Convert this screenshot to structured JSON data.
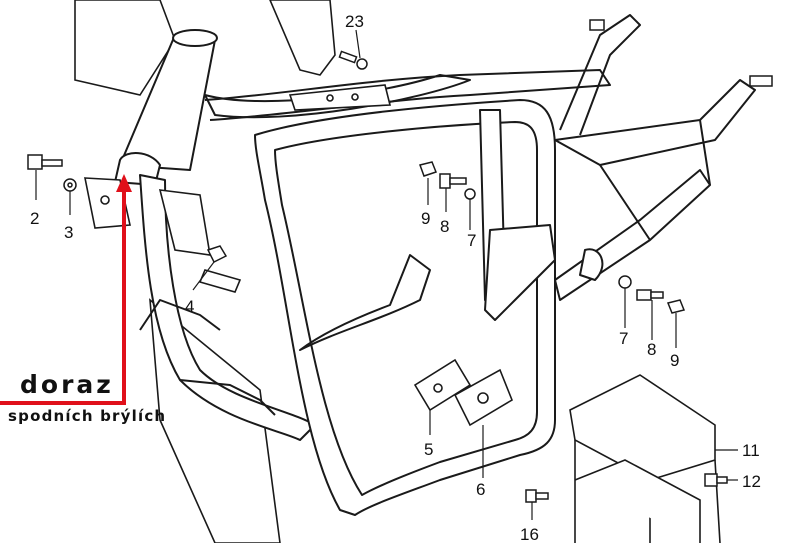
{
  "diagram": {
    "callout": {
      "title": "doraz",
      "subtitle": "spodních brýlích",
      "color": "#e0101a"
    },
    "part_numbers": {
      "p2": "2",
      "p3": "3",
      "p4": "4",
      "p5": "5",
      "p6": "6",
      "p7a": "7",
      "p7b": "7",
      "p8a": "8",
      "p8b": "8",
      "p9a": "9",
      "p9b": "9",
      "p11": "11",
      "p12": "12",
      "p16": "16",
      "p23": "23"
    },
    "line_color": "#1a1a1a"
  }
}
